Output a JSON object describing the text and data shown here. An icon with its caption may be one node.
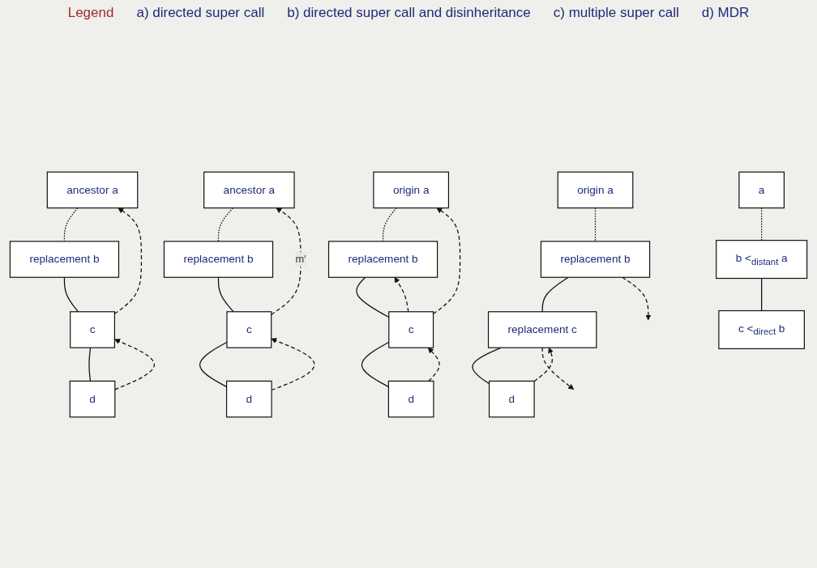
{
  "diagram": {
    "nodes": [
      {
        "text": [
          "ancestor a"
        ]
      },
      {
        "text": [
          "replacement b"
        ]
      },
      {
        "text": [
          "c"
        ]
      },
      {
        "text": [
          "d"
        ]
      },
      {
        "text": [
          "ancestor a"
        ]
      },
      {
        "text": [
          "replacement b"
        ]
      },
      {
        "text": [
          "c"
        ]
      },
      {
        "text": [
          "d"
        ]
      },
      {
        "text": [
          "origin a"
        ]
      },
      {
        "text": [
          "replacement b"
        ]
      },
      {
        "text": [
          "c"
        ]
      },
      {
        "text": [
          "d"
        ]
      },
      {
        "text": [
          "origin a"
        ]
      },
      {
        "text": [
          "replacement b"
        ]
      },
      {
        "text": [
          "replacement c"
        ]
      },
      {
        "text": [
          "d"
        ]
      },
      {
        "text": [
          "a"
        ]
      },
      {
        "text": [
          "b <$_{distant}$ a"
        ]
      },
      {
        "text": [
          "c <$_{direct}$ b"
        ]
      }
    ],
    "edges": [
      {
        "from": 0,
        "to": 1,
        "arrow": "none",
        "style": "dashed"
      },
      {
        "from": 1,
        "to": 2,
        "arrow": "none"
      },
      {
        "from": 2,
        "to": 3,
        "arrow": "none"
      },
      {
        "from": 2,
        "to": 0,
        "arrow": "to",
        "style": "dashed"
      },
      {
        "from": 3,
        "to": 2,
        "arrow": "to",
        "style": "dashed"
      },
      {
        "from": 4,
        "to": 5,
        "arrow": "none",
        "style": "dashed"
      },
      {
        "from": 5,
        "to": 6,
        "arrow": "none"
      },
      {
        "from": 6,
        "to": 7,
        "arrow": "none"
      },
      {
        "from": 6,
        "to": 4,
        "arrow": "to",
        "style": "dashed",
        "label": "m′"
      },
      {
        "from": 7,
        "to": 6,
        "arrow": "to",
        "style": "dashed"
      },
      {
        "from": 8,
        "to": 9,
        "arrow": "none",
        "style": "dashed"
      },
      {
        "from": 9,
        "to": 10,
        "arrow": "none"
      },
      {
        "from": 10,
        "to": 11,
        "arrow": "none"
      },
      {
        "from": 10,
        "to": 8,
        "arrow": "to",
        "style": "dashed"
      },
      {
        "from": 10,
        "to": 9,
        "arrow": "to",
        "style": "dashed"
      },
      {
        "from": 11,
        "to": 10,
        "arrow": "to",
        "style": "dashed"
      },
      {
        "from": 12,
        "to": 13,
        "arrow": "none",
        "style": "dashed"
      },
      {
        "from": 13,
        "to": 14,
        "arrow": "none"
      },
      {
        "from": 14,
        "to": 15,
        "arrow": "none"
      },
      {
        "from": 13,
        "to": null,
        "arrow": "to",
        "style": "dashed"
      },
      {
        "from": 14,
        "to": null,
        "arrow": "to",
        "style": "dashed"
      },
      {
        "from": 15,
        "to": 14,
        "arrow": "to",
        "style": "dashed"
      },
      {
        "from": 16,
        "to": 17,
        "arrow": "none",
        "style": "dashed"
      },
      {
        "from": 17,
        "to": 18,
        "arrow": "none"
      }
    ],
    "labels": [
      "Legend",
      "a) directed super call",
      "b) directed super call and disinheritance",
      "c) multiple super call",
      "d) MDR"
    ]
  }
}
